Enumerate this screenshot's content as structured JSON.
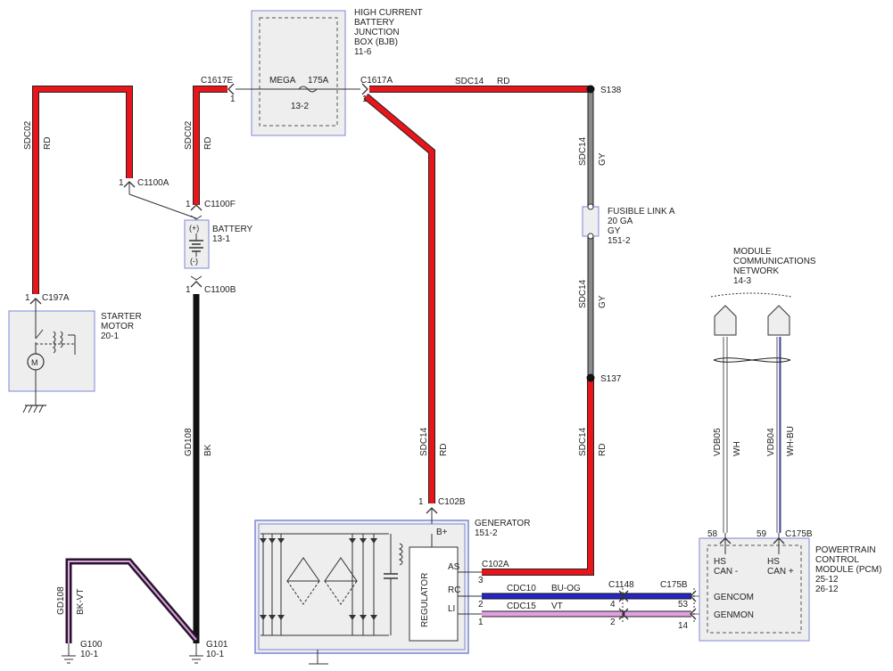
{
  "bjb": {
    "lines": [
      "HIGH CURRENT",
      "BATTERY",
      "JUNCTION",
      "BOX (BJB)",
      "11-6"
    ],
    "fuse_type": "MEGA",
    "fuse_rating": "175A",
    "fuse_ref": "13-2"
  },
  "battery": {
    "lines": [
      "BATTERY",
      "13-1"
    ],
    "plus": "(+)",
    "minus": "(-)"
  },
  "starter": {
    "lines": [
      "STARTER",
      "MOTOR",
      "20-1"
    ]
  },
  "generator": {
    "lines": [
      "GENERATOR",
      "151-2"
    ],
    "regulator": "REGULATOR",
    "bplus": "B+",
    "as": "AS",
    "rc": "RC",
    "li": "LI"
  },
  "fusible": {
    "lines": [
      "FUSIBLE LINK A",
      "20 GA",
      "GY",
      "151-2"
    ]
  },
  "network": {
    "lines": [
      "MODULE",
      "COMMUNICATIONS",
      "NETWORK",
      "14-3"
    ]
  },
  "pcm": {
    "lines": [
      "POWERTRAIN",
      "CONTROL",
      "MODULE (PCM)",
      "25-12",
      "26-12"
    ],
    "hs1": "HS",
    "can_minus": "CAN -",
    "hs2": "HS",
    "can_plus": "CAN +",
    "gencom": "GENCOM",
    "genmon": "GENMON"
  },
  "connectors": {
    "c1617e": "C1617E",
    "c1617a": "C1617A",
    "c1100a": "C1100A",
    "c1100f": "C1100F",
    "c1100b": "C1100B",
    "c197a": "C197A",
    "c102b": "C102B",
    "c102a": "C102A",
    "c1148": "C1148",
    "c175b_top": "C175B",
    "c175b": "C175B",
    "s138": "S138",
    "s137": "S137",
    "g100": "G100",
    "g100_ref": "10-1",
    "g101": "G101",
    "g101_ref": "10-1"
  },
  "pins": {
    "p_c1617e": "1",
    "p_c1617a": "1",
    "p_c1100a": "1",
    "p_c1100f": "1",
    "p_c1100b": "1",
    "p_c197a": "1",
    "p_c102b": "1",
    "p_as": "3",
    "p_rc": "2",
    "p_li": "1",
    "p_c1148_rc": "4",
    "p_c1148_li": "2",
    "p_gencom": "53",
    "p_genmon": "14",
    "p_58": "58",
    "p_59": "59"
  },
  "wires": {
    "sdc02_left": "SDC02",
    "rd_left": "RD",
    "sdc02_mid": "SDC02",
    "rd_mid": "RD",
    "sdc14_top": "SDC14",
    "rd_top": "RD",
    "sdc14_gy1": "SDC14",
    "gy1": "GY",
    "sdc14_gy2": "SDC14",
    "gy2": "GY",
    "sdc14_gen": "SDC14",
    "rd_gen": "RD",
    "sdc14_right": "SDC14",
    "rd_right": "RD",
    "gd108_bk": "GD108",
    "bk": "BK",
    "gd108_bkvt": "GD108",
    "bkvt": "BK-VT",
    "cdc10": "CDC10",
    "buog": "BU-OG",
    "cdc15": "CDC15",
    "vt": "VT",
    "vdb05": "VDB05",
    "wh": "WH",
    "vdb04": "VDB04",
    "whbu": "WH-BU"
  },
  "colors": {
    "red": "#e8151b",
    "black": "#111111",
    "gray": "#8a8a8a",
    "blue": "#2525c8",
    "violet": "#e2a0e2",
    "bk_vt_outer": "#2b1330",
    "wire_border": "#222222"
  }
}
